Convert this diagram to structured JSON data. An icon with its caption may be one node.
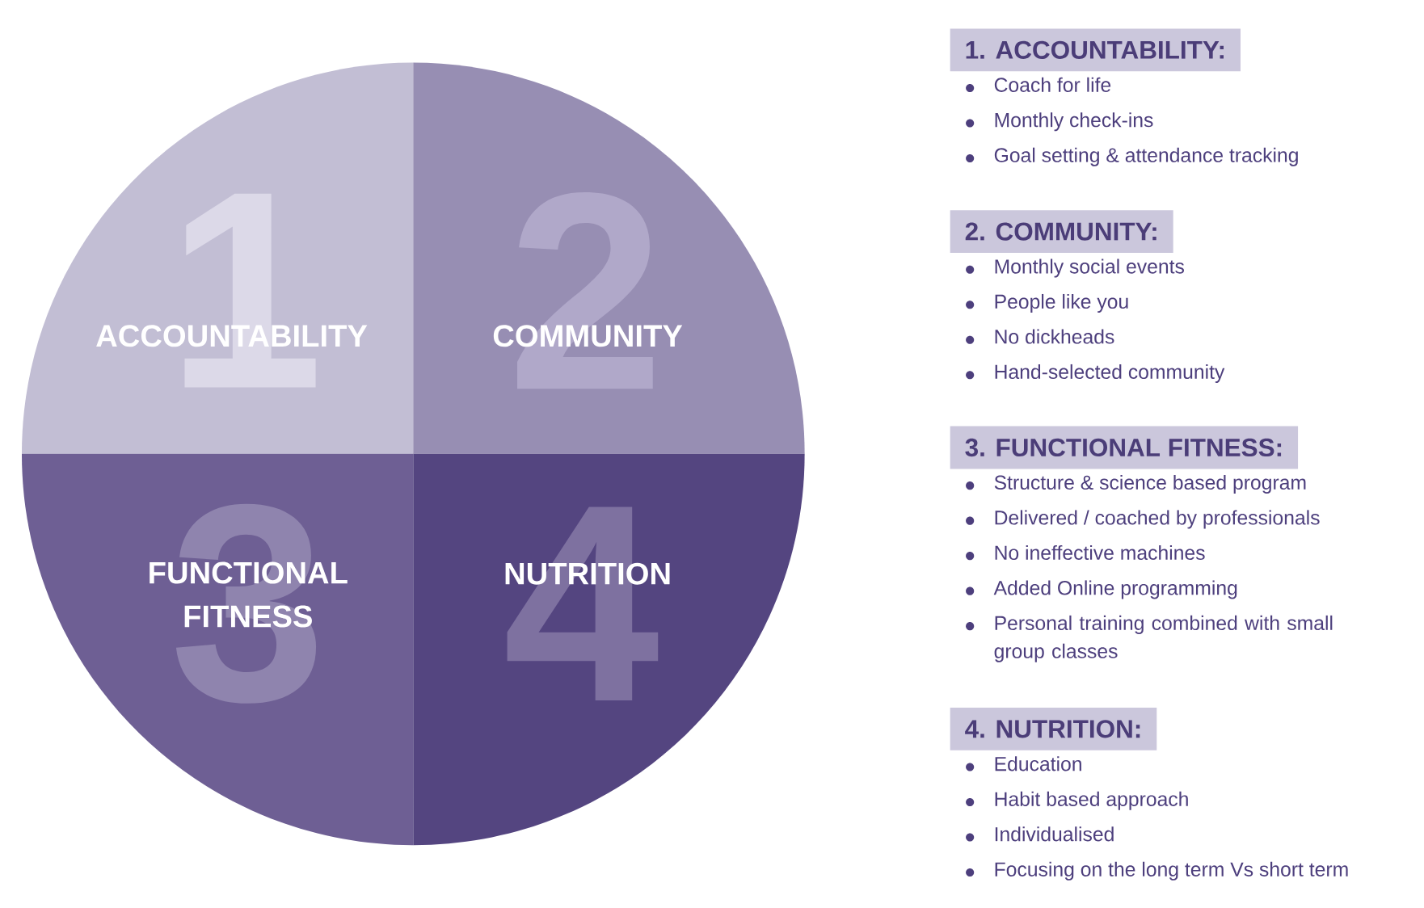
{
  "diagram": {
    "nodes": [
      {
        "text": [
          "1",
          "ACCOUNTABILITY"
        ]
      },
      {
        "text": [
          "2",
          "COMMUNITY"
        ]
      },
      {
        "text": [
          "3",
          "FUNCTIONAL FITNESS"
        ]
      },
      {
        "text": [
          "4",
          "NUTRITION"
        ]
      },
      {
        "text": [
          "1. ACCOUNTABILITY:"
        ],
        "beside": [
          "Coach for life",
          "Monthly check-ins",
          "Goal setting & attendance tracking"
        ]
      },
      {
        "text": [
          "2. COMMUNITY:"
        ],
        "beside": [
          "Monthly social events",
          "People like you",
          "No dickheads",
          "Hand-selected community"
        ]
      },
      {
        "text": [
          "3. FUNCTIONAL FITNESS:"
        ],
        "beside": [
          "Structure & science based program",
          "Delivered / coached by professionals",
          "No ineffective machines",
          "Added Online programming",
          "Personal training combined with small group classes"
        ]
      },
      {
        "text": [
          "4. NUTRITION:"
        ],
        "beside": [
          "Education",
          "Habit based approach",
          "Individualised",
          "Focusing on the long term Vs short term"
        ]
      }
    ]
  }
}
